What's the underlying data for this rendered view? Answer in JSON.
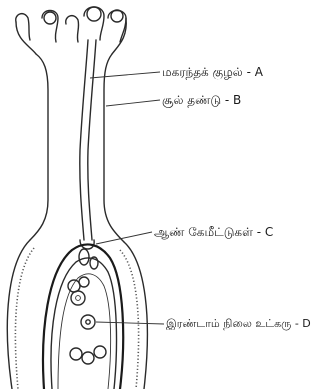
{
  "labels": {
    "a": "மகரந்தக் குழல் - A",
    "b": "சூல் தண்டு - B",
    "c": "ஆண் கேமீட்டுகள் - C",
    "d": "இரண்டாம் நிலை உட்கரு - D"
  },
  "colors": {
    "ink": "#2a2a2a",
    "paper": "#ffffff"
  }
}
